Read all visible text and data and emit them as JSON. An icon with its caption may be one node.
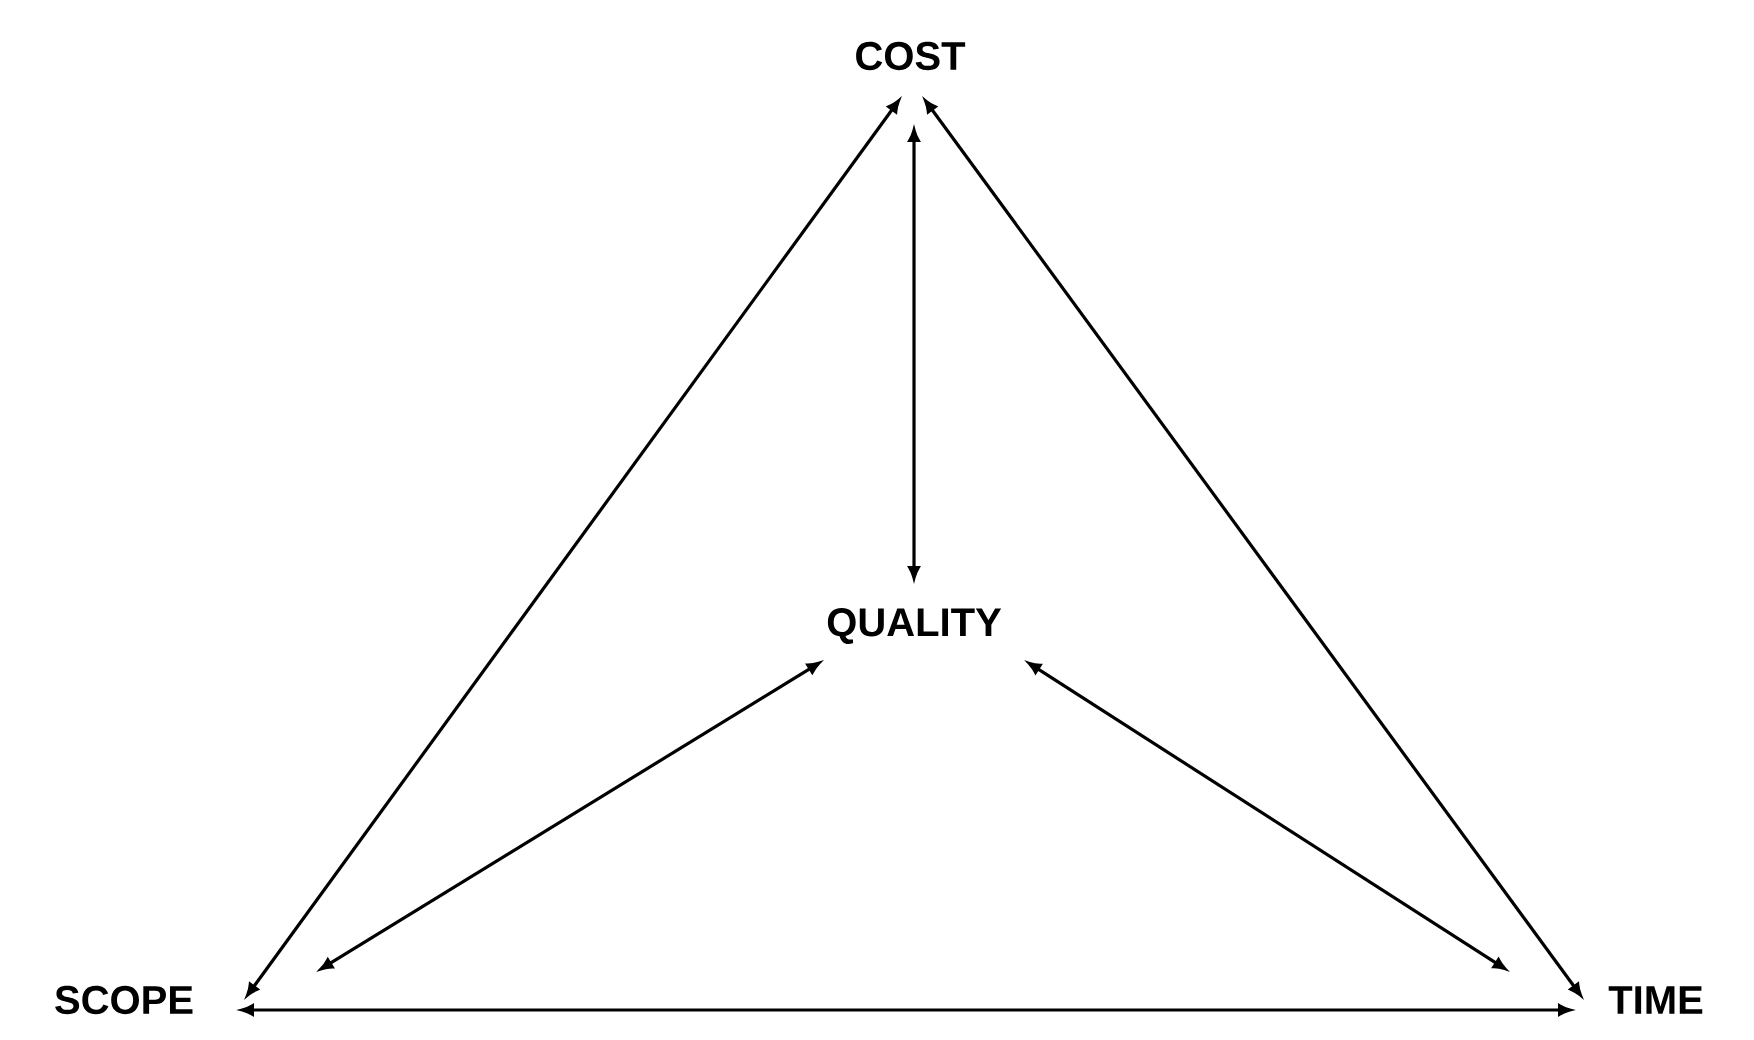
{
  "diagram": {
    "nodes": [
      {
        "text": [
          "COST"
        ]
      },
      {
        "text": [
          "QUALITY"
        ]
      },
      {
        "text": [
          "SCOPE"
        ]
      },
      {
        "text": [
          "TIME"
        ]
      }
    ],
    "edges": [
      {
        "from": 0,
        "to": 2,
        "arrow": "both"
      },
      {
        "from": 0,
        "to": 3,
        "arrow": "both"
      },
      {
        "from": 0,
        "to": 1,
        "arrow": "both"
      },
      {
        "from": 1,
        "to": 2,
        "arrow": "both"
      },
      {
        "from": 1,
        "to": 3,
        "arrow": "both"
      },
      {
        "from": 2,
        "to": 3,
        "arrow": "both"
      }
    ]
  }
}
